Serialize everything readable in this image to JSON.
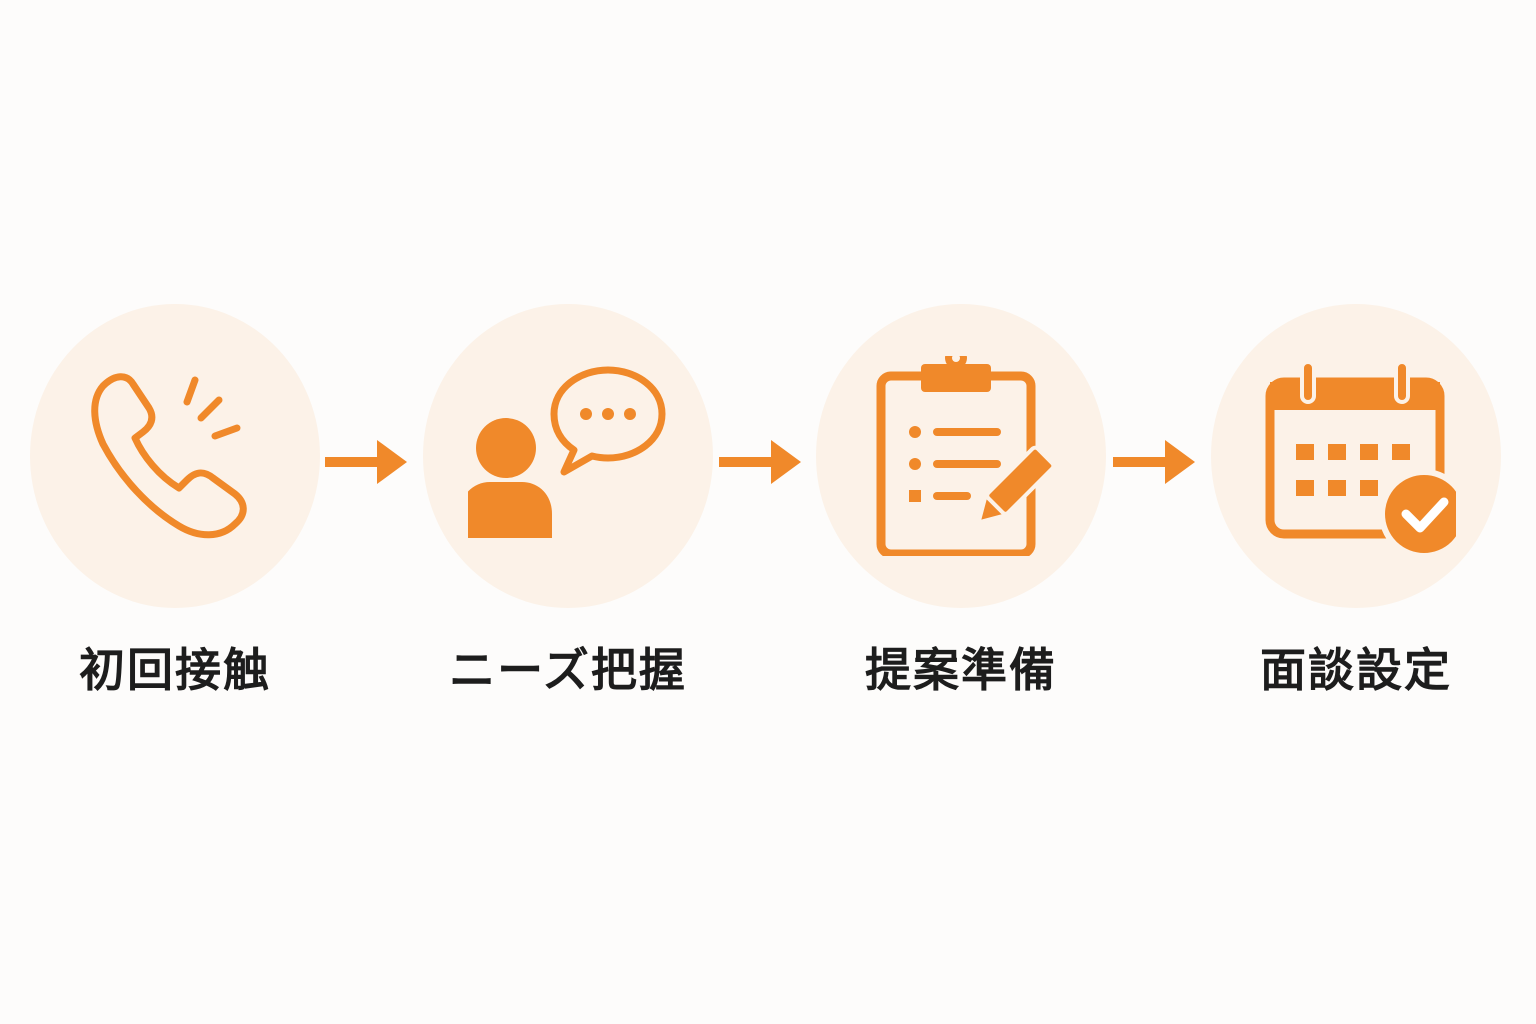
{
  "accent_color": "#f0892a",
  "circle_color": "#fcf2e8",
  "text_color": "#1d1d1d",
  "steps": [
    {
      "label": "初回接触",
      "icon": "phone-call-icon"
    },
    {
      "label": "ニーズ把握",
      "icon": "person-speech-bubble-icon"
    },
    {
      "label": "提案準備",
      "icon": "clipboard-checklist-pencil-icon"
    },
    {
      "label": "面談設定",
      "icon": "calendar-check-icon"
    }
  ],
  "connectors": [
    "arrow-right-icon",
    "arrow-right-icon",
    "arrow-right-icon"
  ]
}
